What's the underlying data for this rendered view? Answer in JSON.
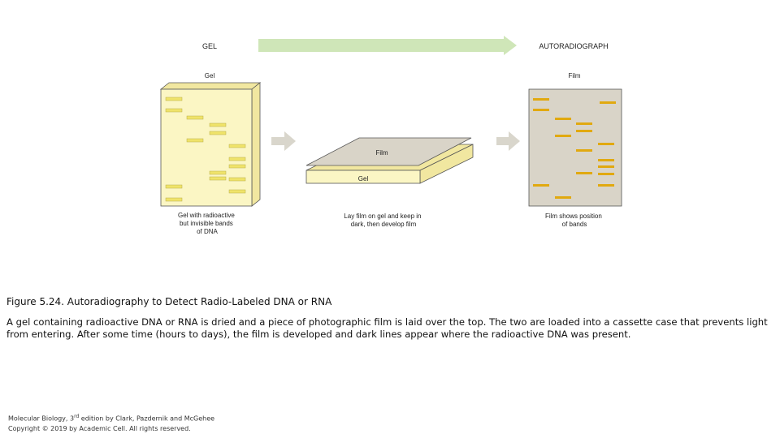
{
  "diagram": {
    "header_left": "GEL",
    "header_right": "AUTORADIOGRAPH",
    "gel_label": "Gel",
    "film_label": "Film",
    "sandwich_film_label": "Film",
    "sandwich_gel_label": "Gel",
    "caption_gel": [
      "Gel with radioactive",
      "but invisible bands",
      "of DNA"
    ],
    "caption_sandwich": [
      "Lay film on gel and keep in",
      "dark, then develop film"
    ],
    "caption_film": [
      "Film shows position",
      "of bands"
    ]
  },
  "colors": {
    "flow_arrow": "#cfe6b8",
    "step_arrow": "#d9d6cc",
    "gel_fill": "#fbf6c4",
    "gel_side": "#f1e7a0",
    "gel_band": "#efe36a",
    "film_fill": "#d9d4c8",
    "film_band": "#e1a910",
    "outline": "#555555"
  },
  "caption": {
    "title": "Figure 5.24. Autoradiography to Detect Radio-Labeled DNA or RNA",
    "body": "A gel containing radioactive DNA or RNA is dried and a piece of photographic film is laid over the top. The two are loaded into a cassette case that prevents light from entering. After some time (hours to days), the film is developed and dark lines appear where the radioactive DNA was present."
  },
  "credit": {
    "line1_before": "Molecular Biology, 3",
    "line1_sup": "rd",
    "line1_after": " edition by Clark, Pazdernik and  McGehee",
    "line2": "Copyright © 2019 by Academic Cell. All rights reserved."
  }
}
